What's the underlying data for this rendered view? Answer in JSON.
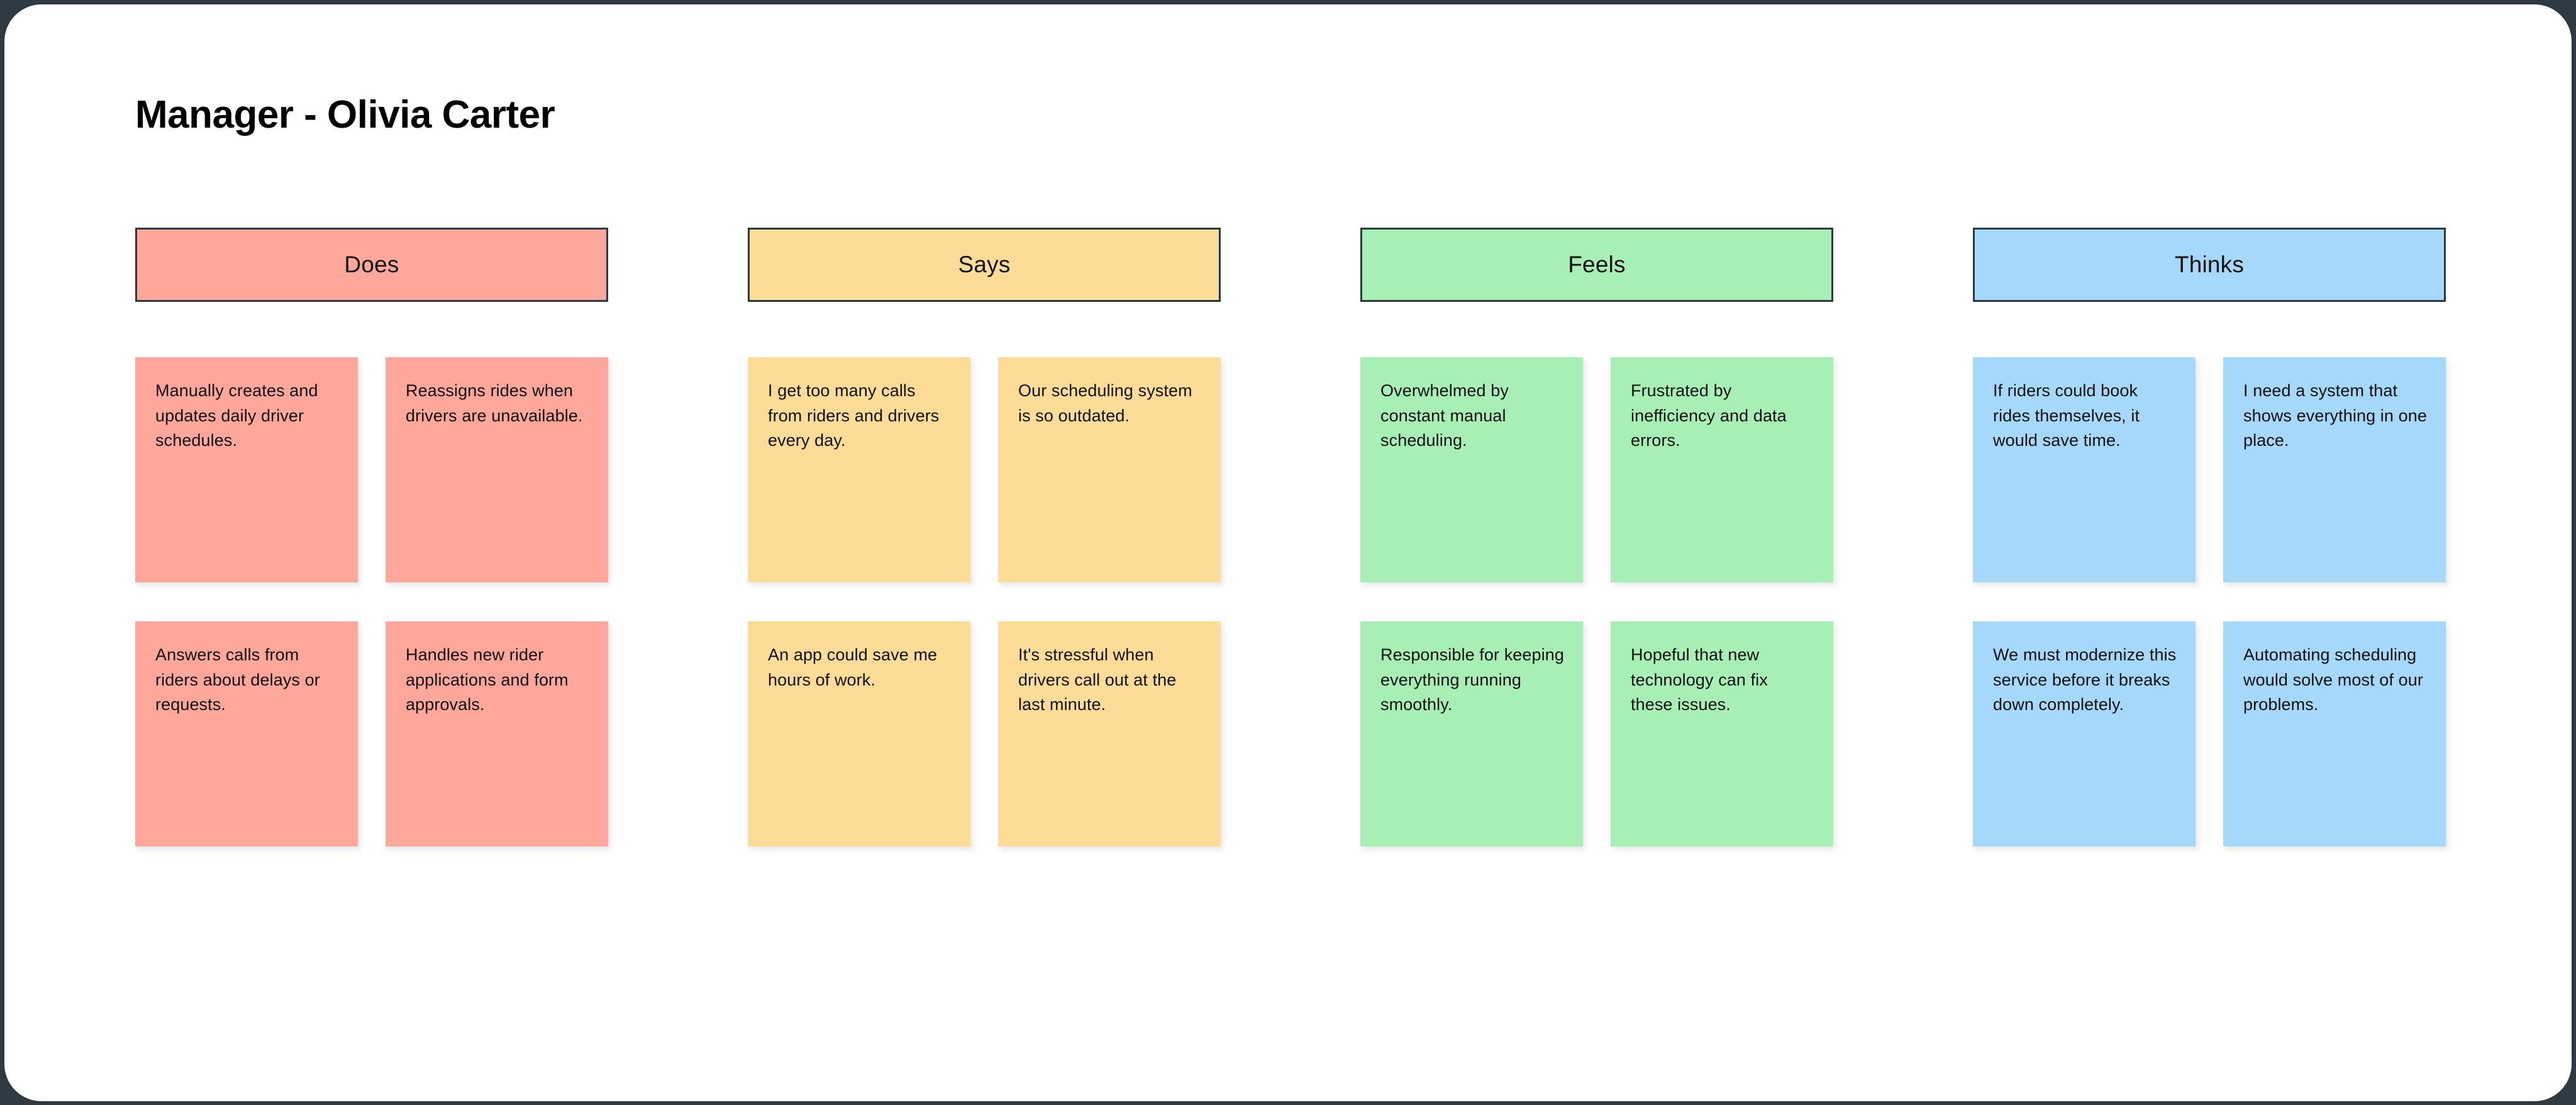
{
  "board": {
    "title": "Manager - Olivia Carter",
    "canvas_background": "#ffffff",
    "canvas_border_color": "#2b3a41",
    "page_background": "#2f3b42",
    "type": "empathy-map"
  },
  "columns": [
    {
      "key": "does",
      "header": "Does",
      "color": "#FFA79B",
      "header_color": "#FFA79B",
      "notes": [
        "Manually creates and updates daily driver schedules.",
        "Reassigns rides when drivers are unavailable.",
        "Answers calls from riders about delays or requests.",
        "Handles new rider applications and form approvals."
      ]
    },
    {
      "key": "says",
      "header": "Says",
      "color": "#FCDC96",
      "header_color": "#FCDC96",
      "notes": [
        "I get too many calls from riders and drivers every day.",
        "Our scheduling system is so outdated.",
        "An app could save me hours of work.",
        "It's stressful when drivers call out at the last minute."
      ]
    },
    {
      "key": "feels",
      "header": "Feels",
      "color": "#A8EFB6",
      "header_color": "#A8EFB6",
      "notes": [
        "Overwhelmed by constant manual scheduling.",
        "Frustrated by inefficiency and data errors.",
        "Responsible for keeping everything running smoothly.",
        "Hopeful that new technology can fix these issues."
      ]
    },
    {
      "key": "thinks",
      "header": "Thinks",
      "color": "#A6D8FB",
      "header_color": "#A6D8FB",
      "notes": [
        "If riders could book rides themselves, it would save time.",
        "I need a system that shows everything in one place.",
        "We must modernize this service before it breaks down completely.",
        "Automating scheduling would solve most of our problems."
      ]
    }
  ]
}
